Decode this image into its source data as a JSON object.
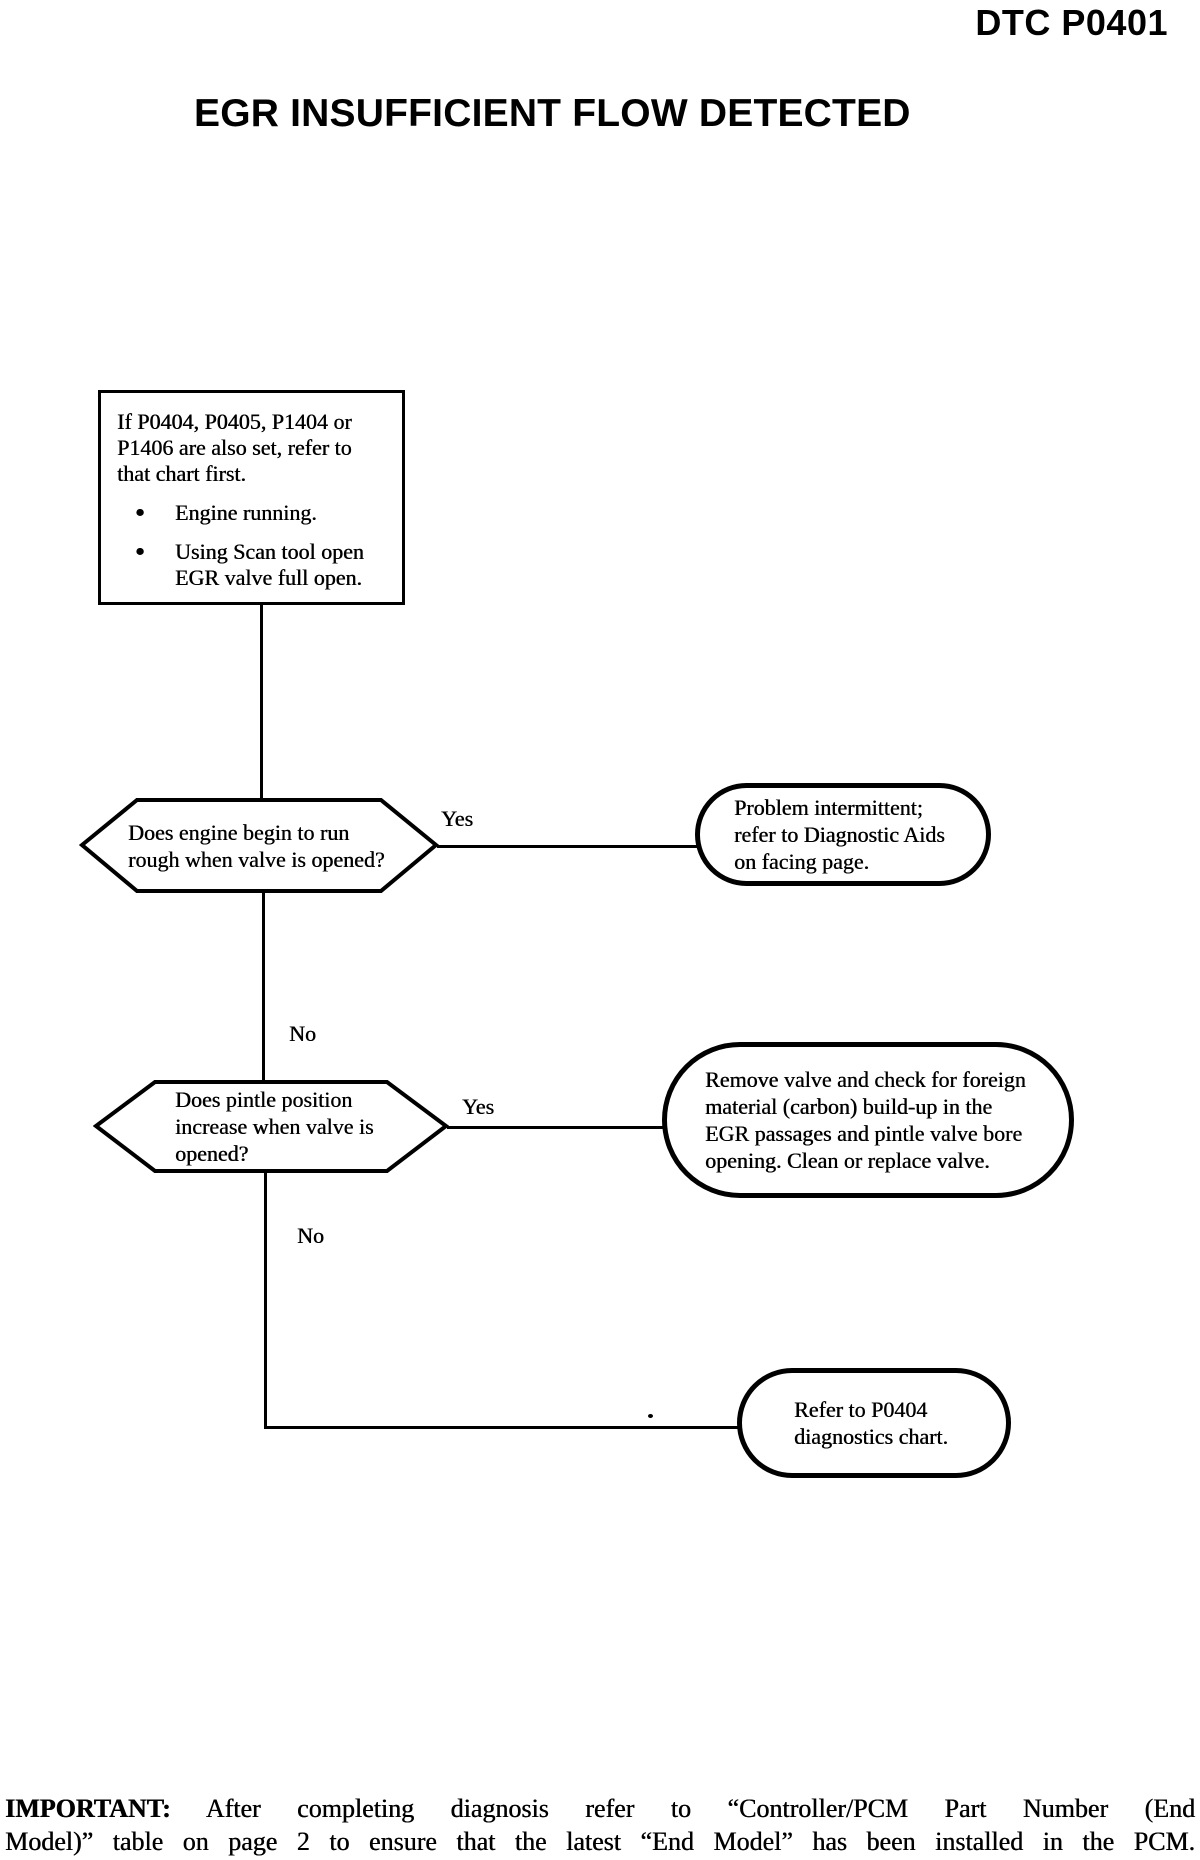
{
  "header": {
    "dtc_code": "DTC P0401",
    "title": "EGR INSUFFICIENT FLOW DETECTED"
  },
  "flowchart": {
    "bullet_glyph": "●",
    "start_box": {
      "note_line1": "If P0404, P0405, P1404 or",
      "note_line2": "P1406 are also set, refer to",
      "note_line3": "that chart first.",
      "bullet1": "Engine running.",
      "bullet2": "Using Scan tool open EGR valve full open."
    },
    "decision1": {
      "line1": "Does engine begin to run",
      "line2": "rough when valve is opened?",
      "yes_label": "Yes",
      "no_label": "No"
    },
    "terminal1": {
      "line1": "Problem intermittent;",
      "line2": "refer to Diagnostic Aids",
      "line3": "on facing page."
    },
    "decision2": {
      "line1": "Does pintle position",
      "line2": "increase when valve is",
      "line3": "opened?",
      "yes_label": "Yes",
      "no_label": "No"
    },
    "terminal2": {
      "line1": "Remove valve and check for foreign",
      "line2": "material (carbon) build-up in the",
      "line3": "EGR passages and pintle valve bore",
      "line4": "opening. Clean or replace valve."
    },
    "terminal3": {
      "line1": "Refer to P0404",
      "line2": "diagnostics chart."
    }
  },
  "footer": {
    "important_label": "IMPORTANT:",
    "line1_rest": "After completing diagnosis refer to “Controller/PCM Part Number (End",
    "line2": "Model)” table on page 2 to ensure that the latest “End Model” has been installed in the PCM."
  }
}
